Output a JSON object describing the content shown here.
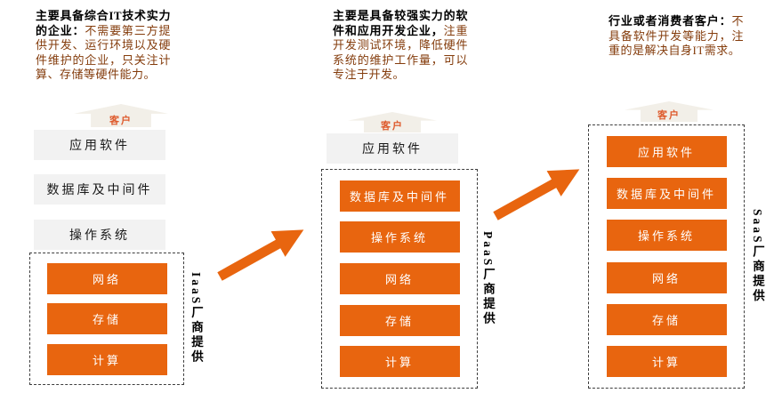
{
  "title": "IaaS / PaaS / SaaS 厂商提供层级对比图",
  "colors": {
    "accent_orange": "#E8650F",
    "gray_layer_bg": "#F2F2F2",
    "description_body_text": "#843C0C",
    "customer_label_text": "#DE5A2C",
    "customer_arrow_fill": "#F2EFE8",
    "dashed_border": "#3d3d3d"
  },
  "columns": [
    {
      "id": "iaas",
      "description": {
        "lead": "主要具备综合IT技术实力的企业：",
        "body": "不需要第三方提供开发、运行环境以及硬件维护的企业，只关注计算、存储等硬件能力。"
      },
      "customer_label": "客户",
      "outside_layers": [
        "应用软件",
        "数据库及中间件",
        "操作系统"
      ],
      "provided_layers": [
        "网络",
        "存储",
        "计算"
      ],
      "provider_label": "IaaS厂商提供"
    },
    {
      "id": "paas",
      "description": {
        "lead": "主要是具备较强实力的软件和应用开发企业，",
        "body": "注重开发测试环境，降低硬件系统的维护工作量，可以专注于开发。"
      },
      "customer_label": "客户",
      "outside_layers": [
        "应用软件"
      ],
      "provided_layers": [
        "数据库及中间件",
        "操作系统",
        "网络",
        "存储",
        "计算"
      ],
      "provider_label": "PaaS厂商提供"
    },
    {
      "id": "saas",
      "description": {
        "lead": "行业或者消费者客户：",
        "body": "不具备软件开发等能力，注重的是解决自身IT需求。"
      },
      "customer_label": "客户",
      "outside_layers": [],
      "provided_layers": [
        "应用软件",
        "数据库及中间件",
        "操作系统",
        "网络",
        "存储",
        "计算"
      ],
      "provider_label": "SaaS厂商提供"
    }
  ]
}
